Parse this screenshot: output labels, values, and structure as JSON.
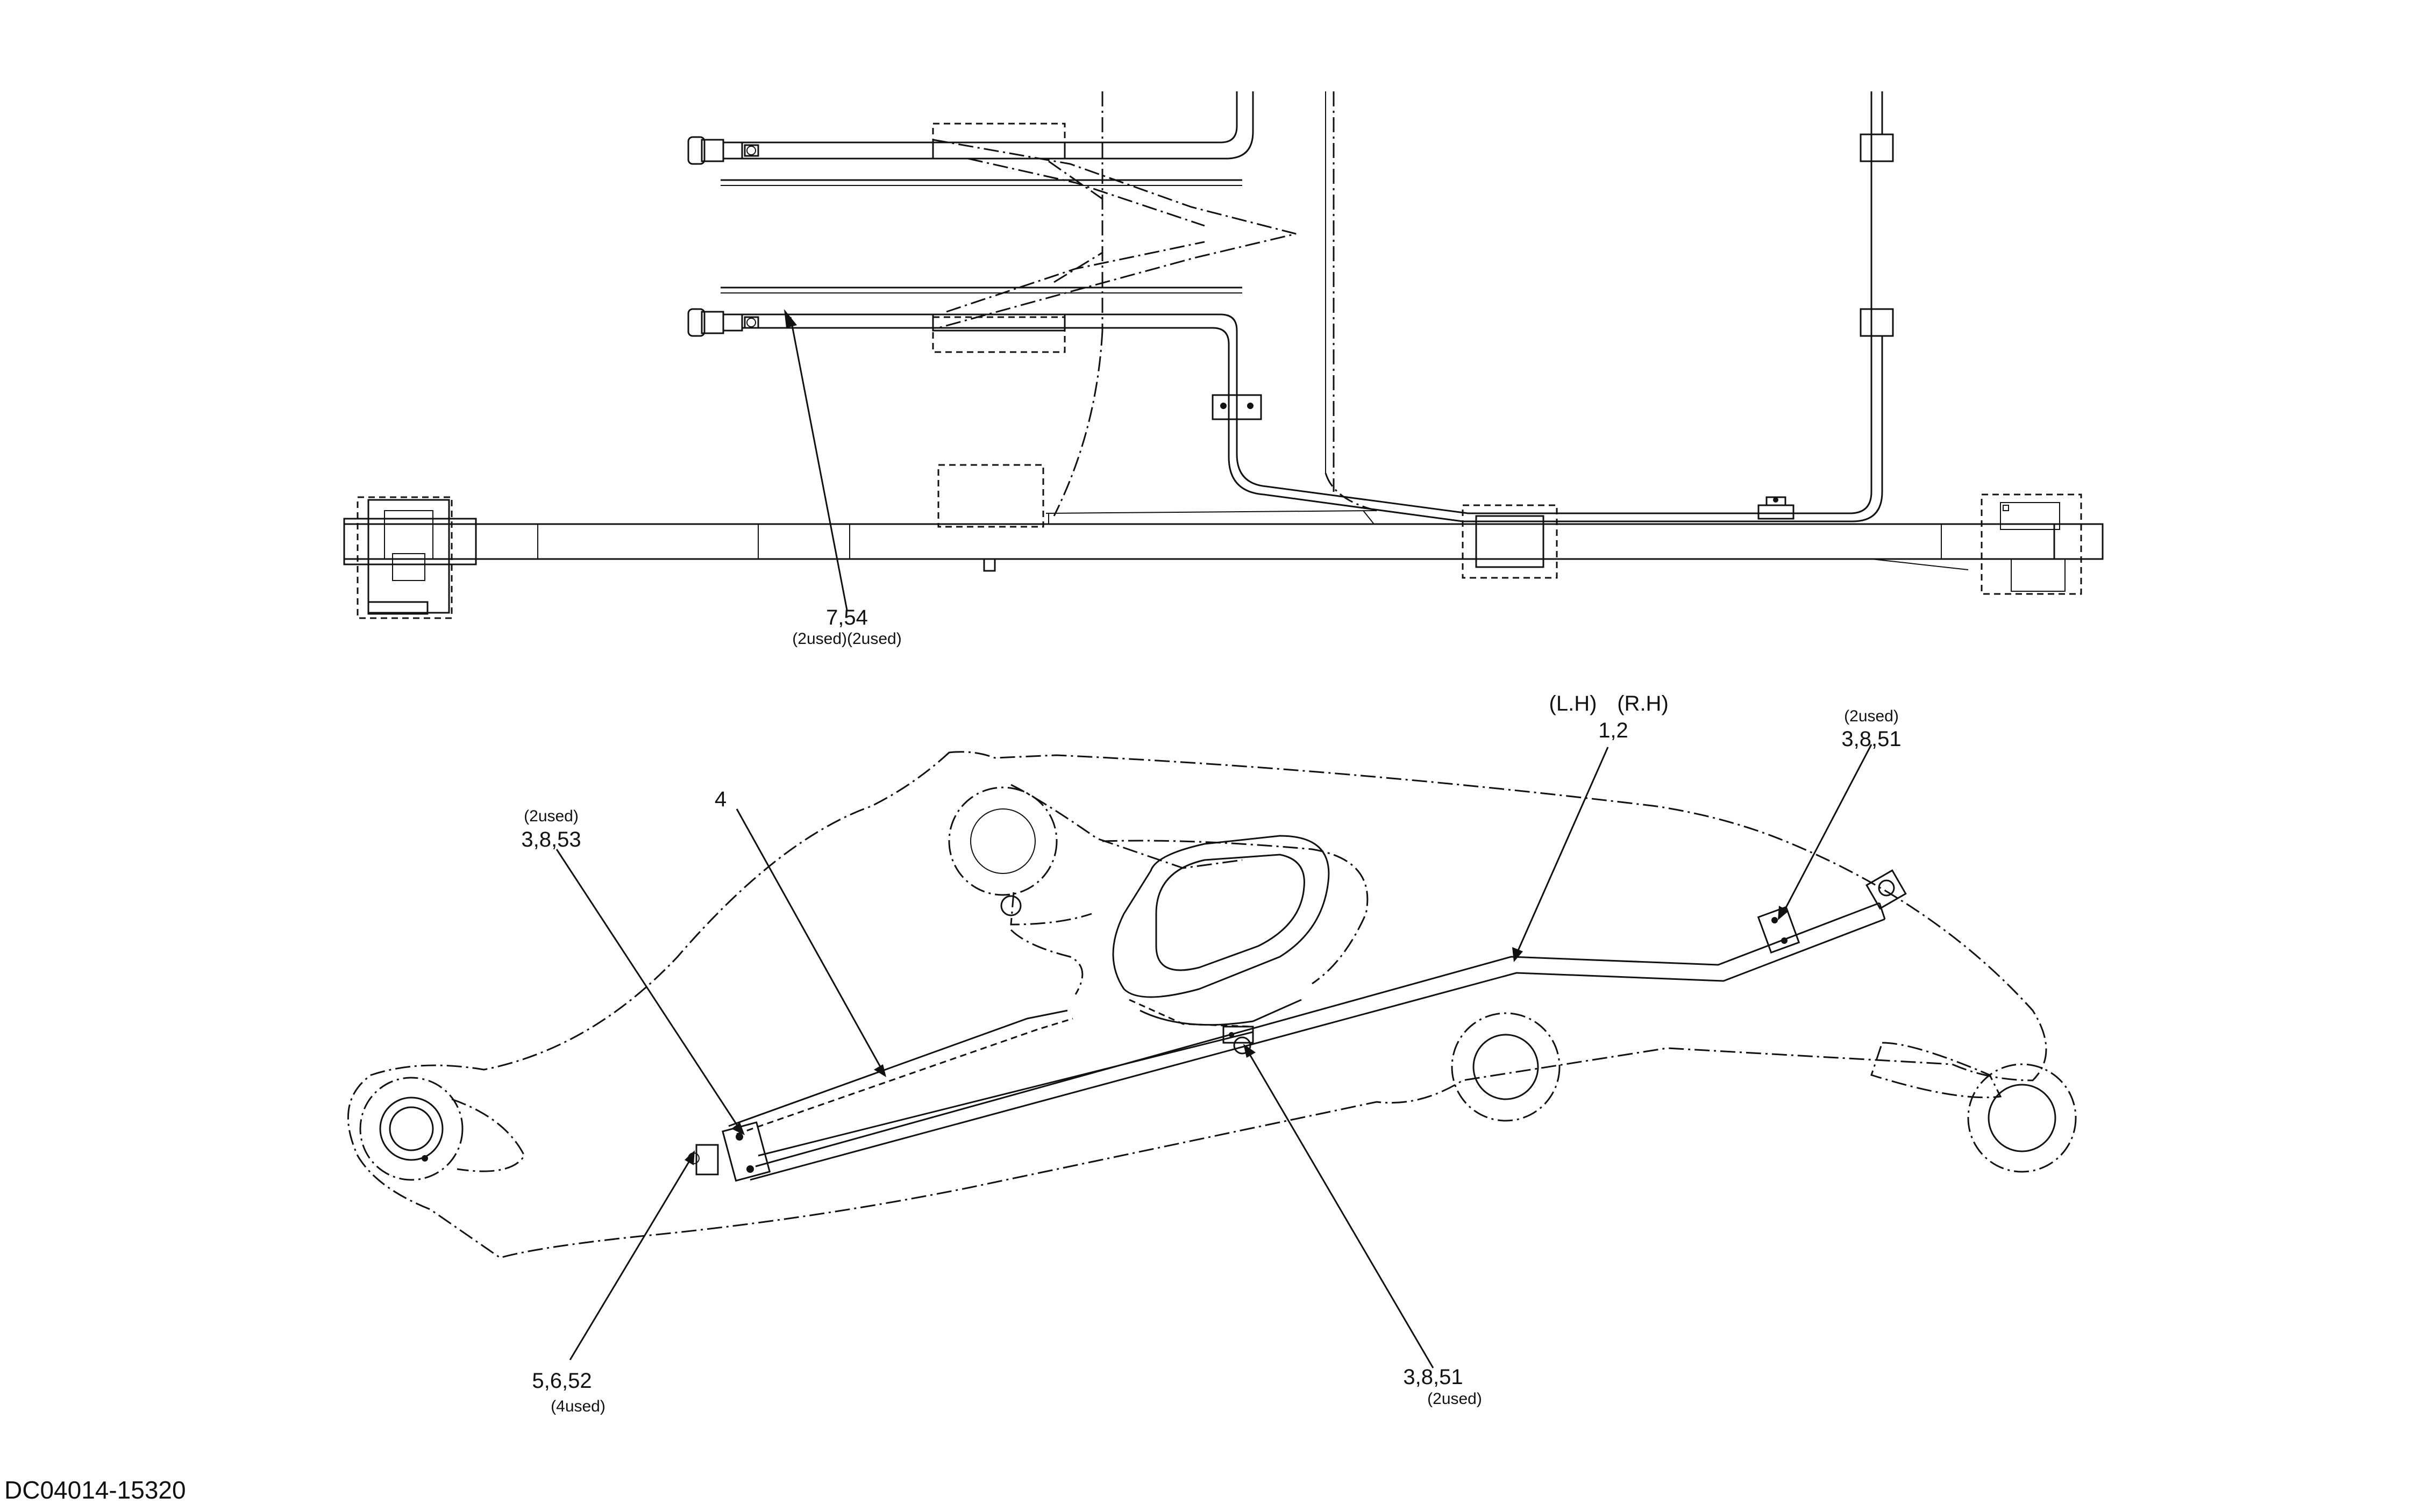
{
  "drawing_code": "DC04014-15320",
  "callouts": {
    "top_7_54": {
      "text": "7,54",
      "qty": "(2used)(2used)"
    },
    "side_L": "(L.H)",
    "side_R": "(R.H)",
    "pipe_1_2": "1,2",
    "clamp_top_right": {
      "qty": "(2used)",
      "text": "3,8,51"
    },
    "clamp_left": {
      "qty": "(2used)",
      "text": "3,8,53"
    },
    "item_4": "4",
    "fitting_bottom_left": {
      "text": "5,6,52",
      "qty": "(4used)"
    },
    "clamp_bottom_mid": {
      "text": "3,8,51",
      "qty": "(2used)"
    }
  }
}
